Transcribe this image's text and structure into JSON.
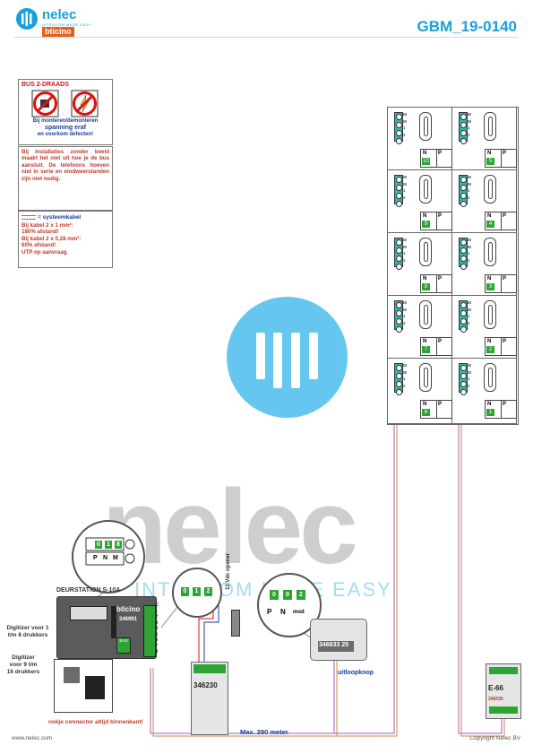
{
  "header": {
    "brand": "nelec",
    "brand_tagline": "INTERCOM MADE EASY",
    "sub_brand": "bticino",
    "doc_code": "GBM_19-0140"
  },
  "notes": {
    "bus_title": "BUS 2-DRAADS",
    "bus_warning_1": "Bij monteren/demonteren",
    "bus_warning_2": "spanning eraf",
    "bus_warning_3": "en voorkom defecten!",
    "install_note": "Bij installaties zonder beeld maakt het niet uit hoe je de bus aansluit. De telefoons hoeven niet in serie en eindweerstanden zijn niet nodig.",
    "system_cable_label": "= systeemkabel",
    "cable_note_1": "Bij kabel 2 x 1 mm²:",
    "cable_note_2": "180% afstand!",
    "cable_note_3": "Bij kabel 2 x 0,28 mm²:",
    "cable_note_4": "60% afstand!",
    "cable_note_5": "UTP op aanvraag."
  },
  "watermark": {
    "word": "nelec",
    "tagline": "INTERCOM MADE EASY"
  },
  "monitors": {
    "np_n": "N",
    "np_p": "P",
    "terminal_labels": [
      "BI",
      "BI",
      "1",
      "2"
    ],
    "numbers": [
      "10",
      "5",
      "9",
      "4",
      "8",
      "3",
      "7",
      "2",
      "6",
      "1"
    ]
  },
  "door_station": {
    "label": "DEURSTATION S-10A",
    "brand": "bticino",
    "code": "346991",
    "zoom_digits": [
      "0",
      "1",
      "8"
    ],
    "zoom_letters": [
      "P",
      "N",
      "M"
    ],
    "bus": "BUS",
    "terminal_numbers": [
      "C",
      "1",
      "2",
      "3",
      "4",
      "5",
      "6",
      "7",
      "8"
    ]
  },
  "labels": {
    "digitizer_1": "Digitizer voor 1 t/m 8 drukkers",
    "digitizer_2": "Digitizer voor 9 t/m 16 drukkers",
    "nokje": "nokje connector altijd binnenkant!",
    "opener": "12 Vdc opener",
    "psu_code": "346230",
    "mid_zoom_digits": [
      "0",
      "1",
      "2"
    ],
    "right_zoom_digits": [
      "0",
      "0",
      "2"
    ],
    "right_zoom_letters": [
      "P",
      "N",
      "mod"
    ],
    "dist_code": "346833",
    "dist_code_2": "25",
    "uitloopknop": "uitloopknop",
    "e66": "E-66",
    "e66_code": "346030",
    "max_length": "Max. 290 meter"
  },
  "footer": {
    "left": "www.nelec.com",
    "right": "Copyright Nelec BV"
  }
}
